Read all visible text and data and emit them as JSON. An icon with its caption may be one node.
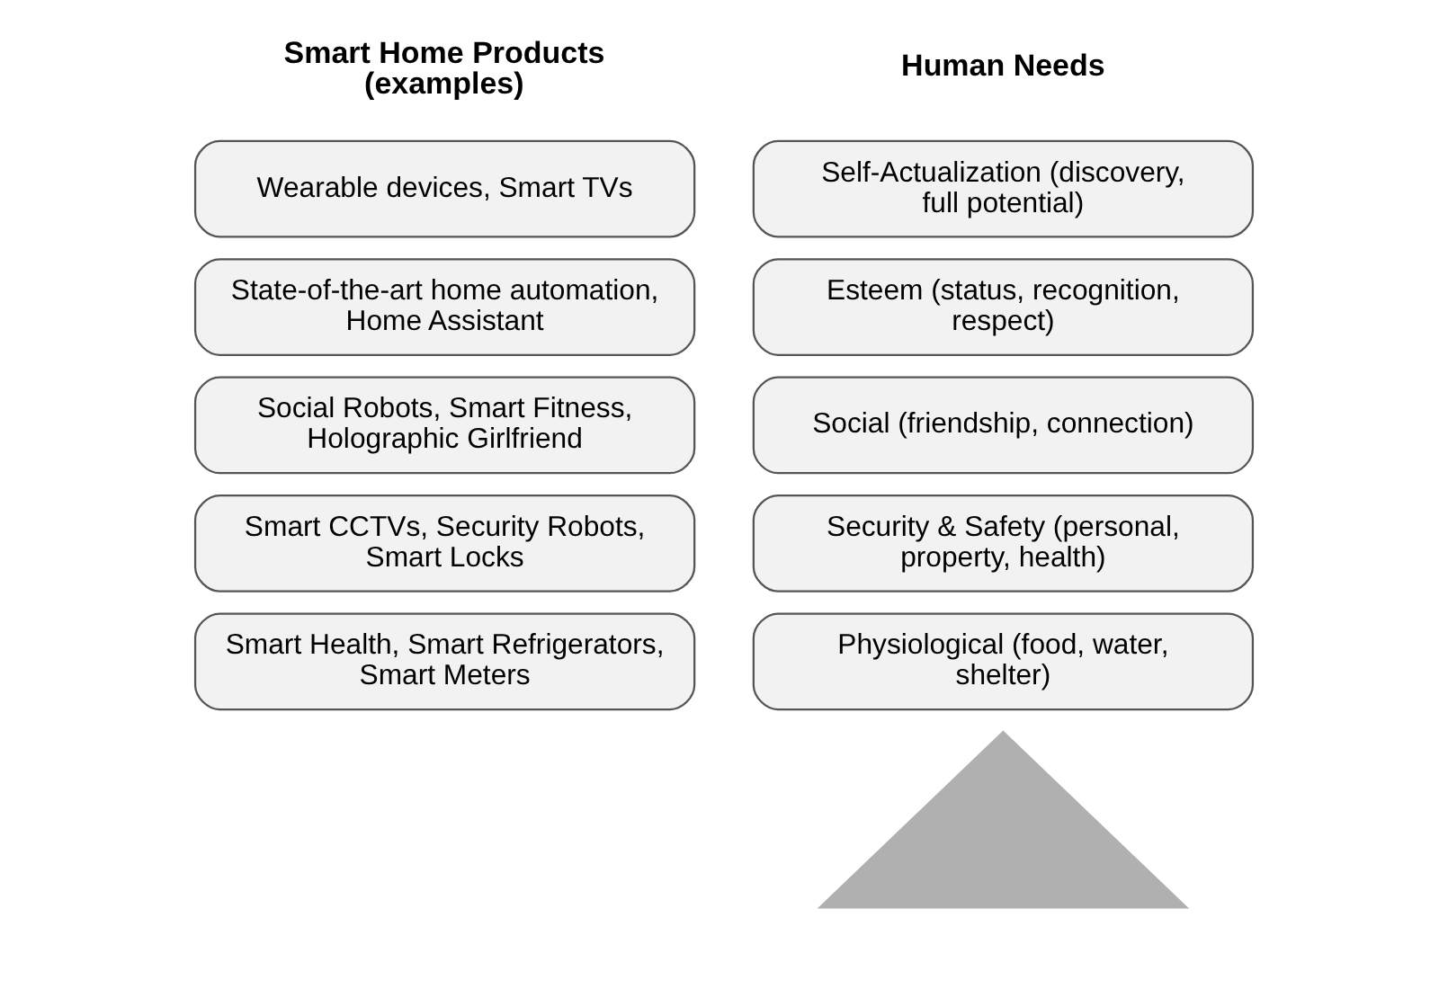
{
  "diagram": {
    "nodes": [
      {
        "text": [
          "Wearable devices, Smart TVs"
        ]
      },
      {
        "text": [
          "State-of-the-art home automation, Home Assistant"
        ]
      },
      {
        "text": [
          "Social Robots, Smart Fitness, Holographic Girlfriend"
        ]
      },
      {
        "text": [
          "Smart CCTVs, Security Robots, Smart Locks"
        ]
      },
      {
        "text": [
          "Smart Health, Smart Refrigerators, Smart Meters"
        ]
      },
      {
        "text": [],
        "shape": "triangle"
      },
      {
        "text": [
          "Self-Actualization (discovery, full potential)"
        ]
      },
      {
        "text": [
          "Esteem (status, recognition, respect)"
        ]
      },
      {
        "text": [
          "Social (friendship, connection)"
        ]
      },
      {
        "text": [
          "Security & Safety (personal, property, health)"
        ]
      },
      {
        "text": [
          "Physiological (food, water, shelter)"
        ]
      }
    ],
    "edges": [],
    "labels": [
      "Smart Home Products (examples)",
      "Human Needs"
    ]
  }
}
